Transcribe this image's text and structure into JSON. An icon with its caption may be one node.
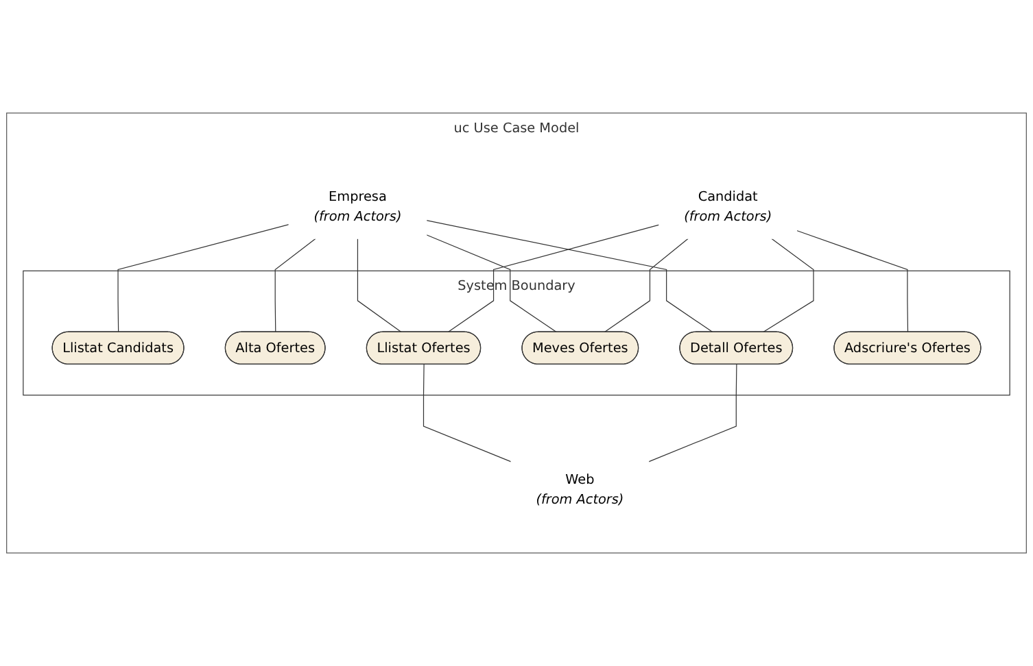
{
  "diagram": {
    "nodes": [
      {
        "text": [
          "uc Use Case Model"
        ]
      },
      {
        "text": [
          "Empresa",
          "(from Actors)"
        ],
        "in": 0
      },
      {
        "text": [
          "System Boundary"
        ],
        "in": 0
      },
      {
        "text": [
          "Llistat Candidats"
        ],
        "in": 2
      },
      {
        "text": [
          "Alta Ofertes"
        ],
        "in": 2
      },
      {
        "text": [
          "Llistat Ofertes"
        ],
        "in": 2
      },
      {
        "text": [
          "Meves Ofertes"
        ],
        "in": 2
      },
      {
        "text": [
          "Detall Ofertes"
        ],
        "in": 2
      },
      {
        "text": [
          "Adscriure's Ofertes"
        ],
        "in": 2
      },
      {
        "text": [
          "Candidat",
          "(from Actors)"
        ],
        "in": 0
      },
      {
        "text": [
          "Web",
          "(from Actors)"
        ],
        "in": 0
      }
    ],
    "edges": [
      {
        "from": 1,
        "to": 3,
        "arrow": "none"
      },
      {
        "from": 1,
        "to": 4,
        "arrow": "none"
      },
      {
        "from": 1,
        "to": 5,
        "arrow": "none"
      },
      {
        "from": 1,
        "to": 6,
        "arrow": "none"
      },
      {
        "from": 1,
        "to": 7,
        "arrow": "none"
      },
      {
        "from": 9,
        "to": 5,
        "arrow": "none"
      },
      {
        "from": 9,
        "to": 6,
        "arrow": "none"
      },
      {
        "from": 9,
        "to": 7,
        "arrow": "none"
      },
      {
        "from": 9,
        "to": 8,
        "arrow": "none"
      },
      {
        "from": 5,
        "to": 10,
        "arrow": "none"
      },
      {
        "from": 7,
        "to": 10,
        "arrow": "none"
      }
    ]
  }
}
